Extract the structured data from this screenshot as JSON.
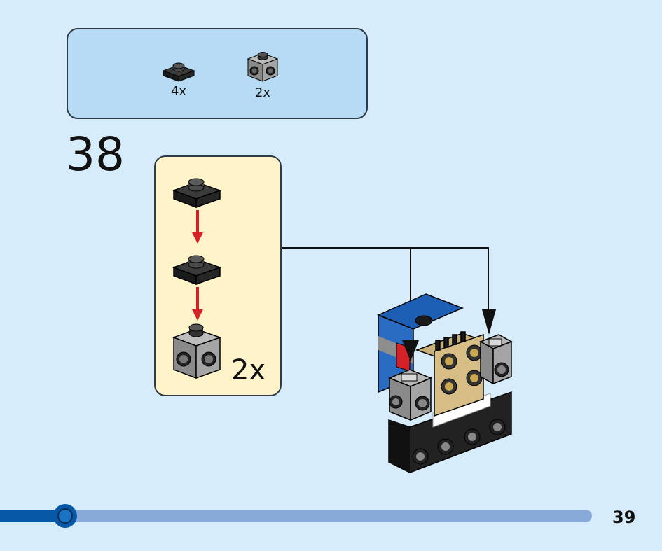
{
  "parts_list": {
    "items": [
      {
        "name": "black-plate-1x1",
        "qty": "4x"
      },
      {
        "name": "gray-brick-1x1-studs-sides",
        "qty": "2x"
      }
    ]
  },
  "step": {
    "number": "38"
  },
  "sub_assembly": {
    "qty": "2x"
  },
  "progress": {
    "value": 0.11
  },
  "page": {
    "number": "39"
  },
  "colors": {
    "background": "#d7ecfa",
    "parts_box": "#b7dbf5",
    "sub_box": "#fff4c9",
    "arrow_red": "#d42127",
    "progress_fill": "#0659a6",
    "progress_track": "#87aad8"
  }
}
